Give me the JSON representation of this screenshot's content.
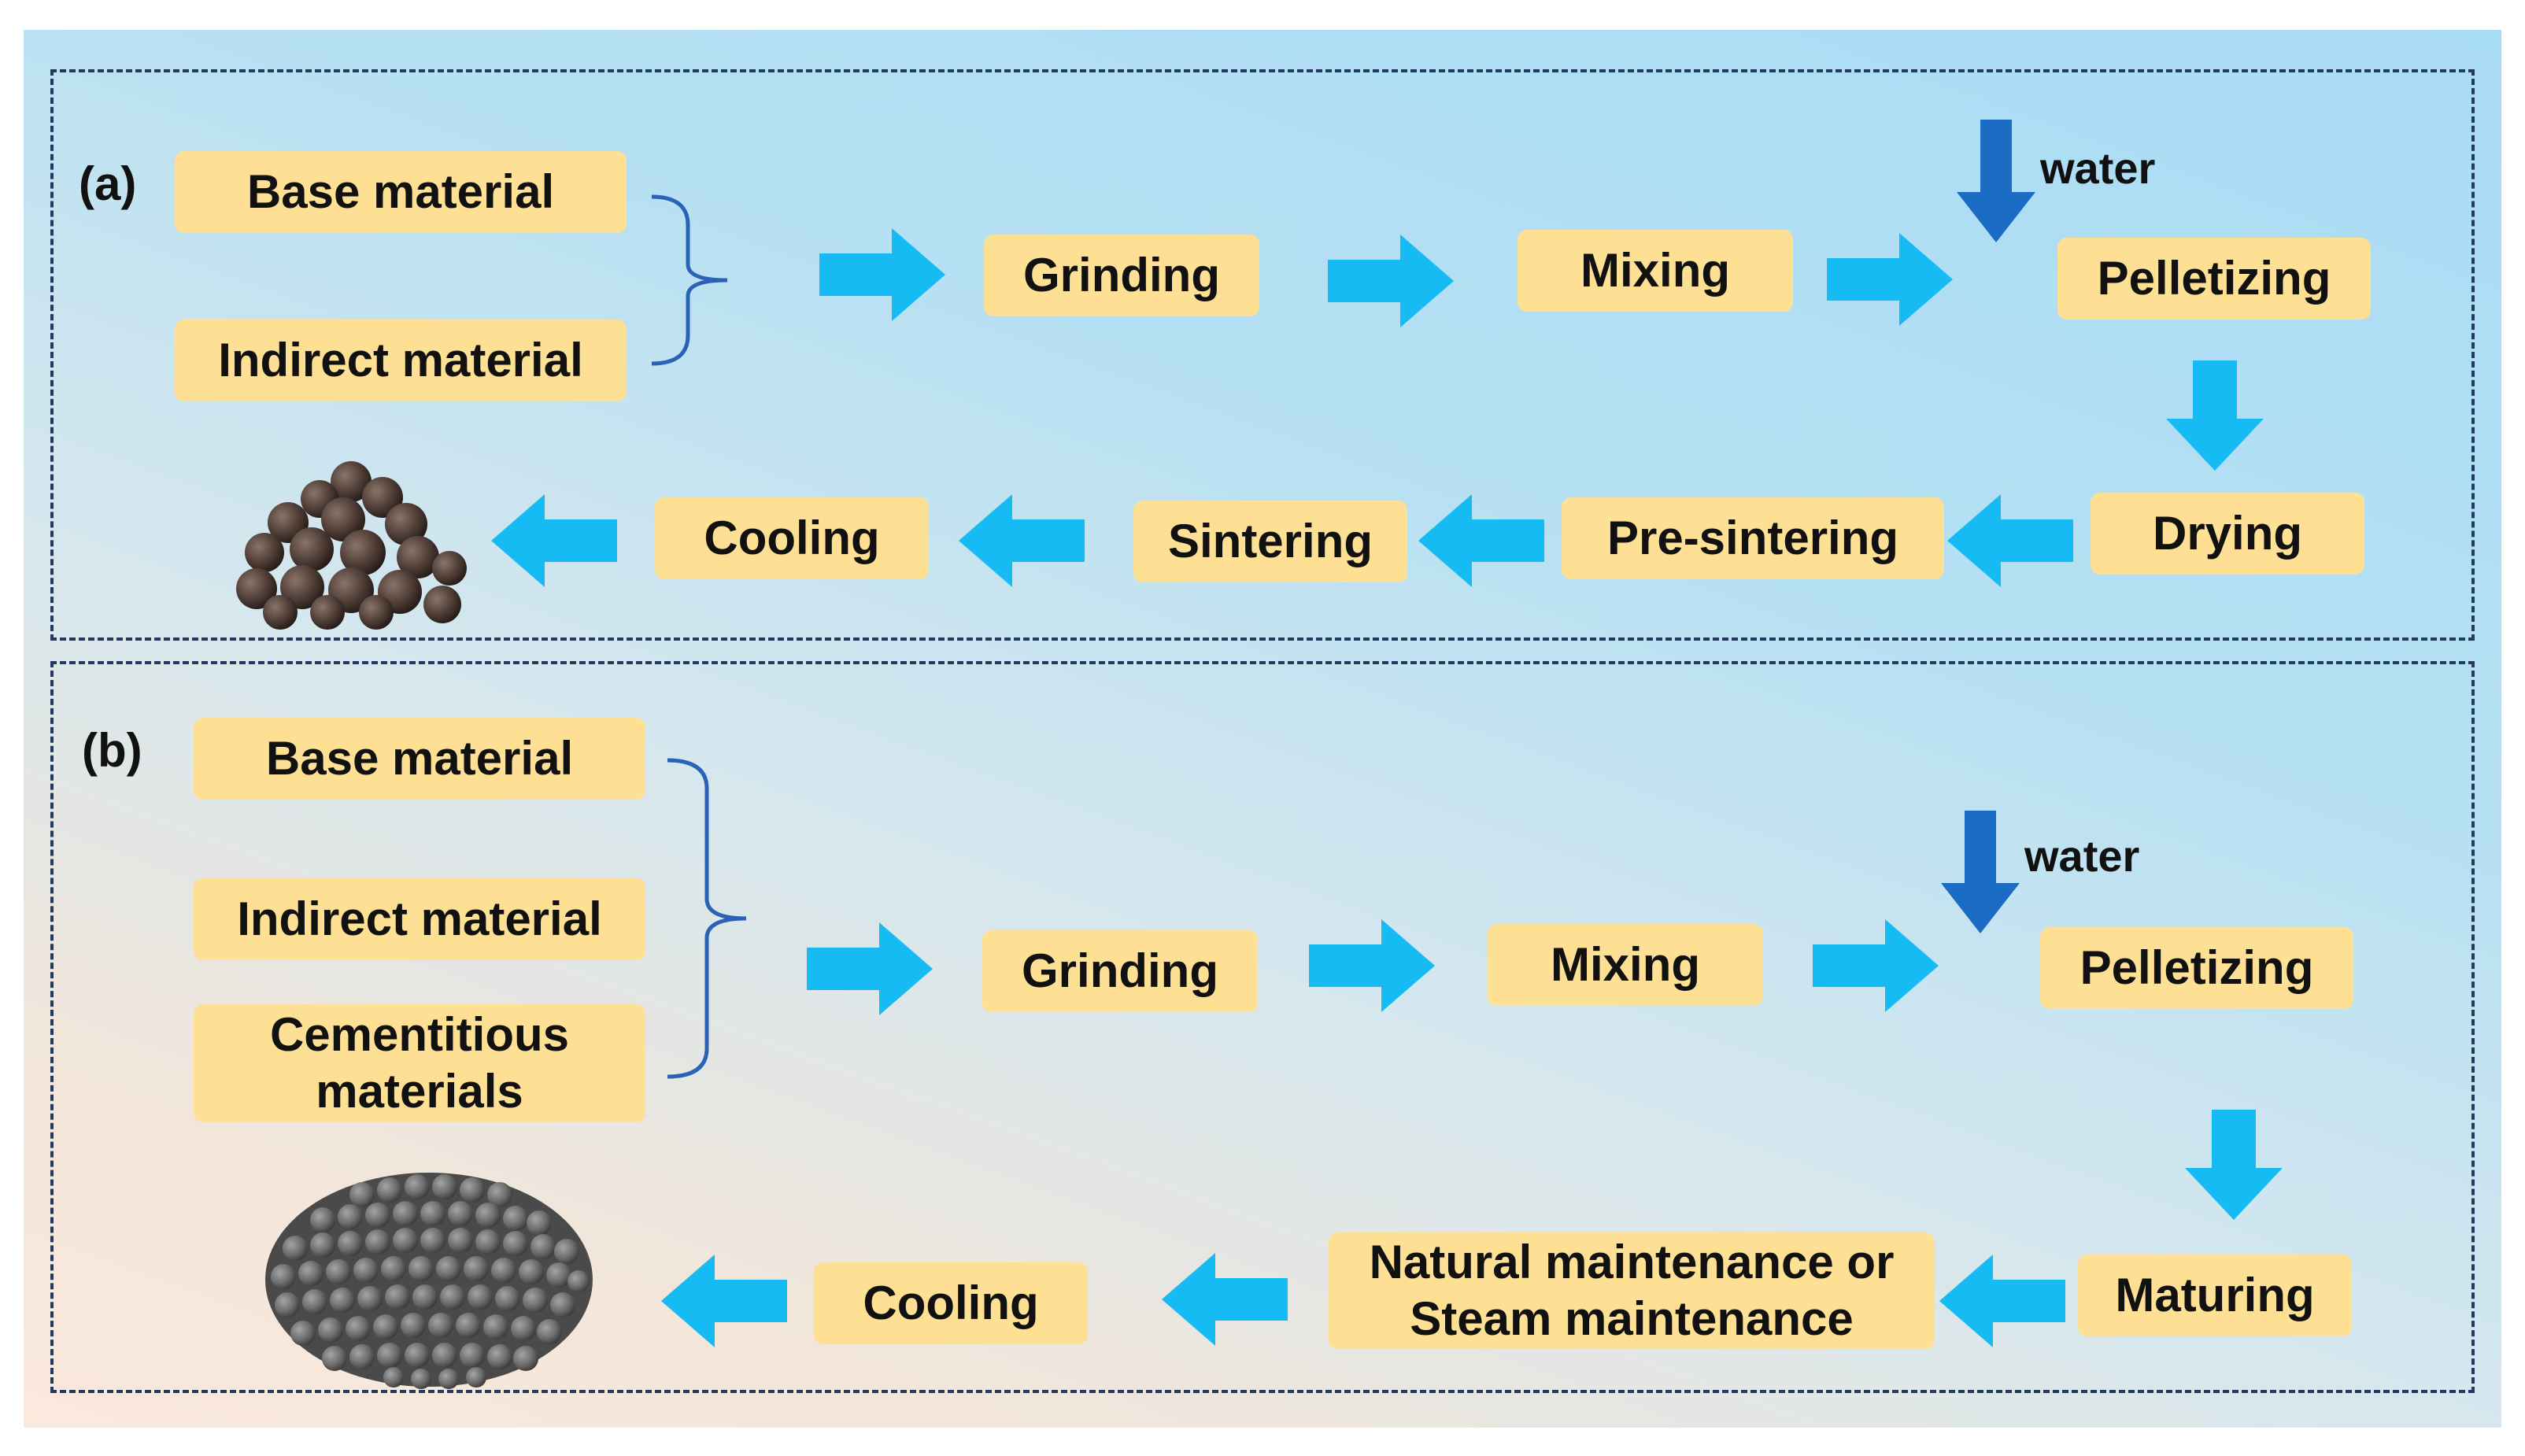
{
  "panel_a": {
    "tag": "(a)",
    "inputs": [
      "Base material",
      "Indirect material"
    ],
    "water": "water",
    "steps": {
      "grinding": "Grinding",
      "mixing": "Mixing",
      "pelletizing": "Pelletizing",
      "drying": "Drying",
      "pre_sintering": "Pre-sintering",
      "sintering": "Sintering",
      "cooling": "Cooling"
    },
    "product_icon": "sintered-pellets-image"
  },
  "panel_b": {
    "tag": "(b)",
    "inputs": [
      "Base material",
      "Indirect material",
      "Cementitious materials"
    ],
    "water": "water",
    "steps": {
      "grinding": "Grinding",
      "mixing": "Mixing",
      "pelletizing": "Pelletizing",
      "maturing": "Maturing",
      "maintenance": "Natural maintenance or Steam maintenance",
      "cooling": "Cooling"
    },
    "product_icon": "cold-bonded-pellets-image"
  },
  "colors": {
    "box_fill": "#fde093",
    "arrow": "#15bbf2",
    "water_arrow": "#1a6cc4",
    "brace": "#2a62b8",
    "border": "#23395f"
  }
}
